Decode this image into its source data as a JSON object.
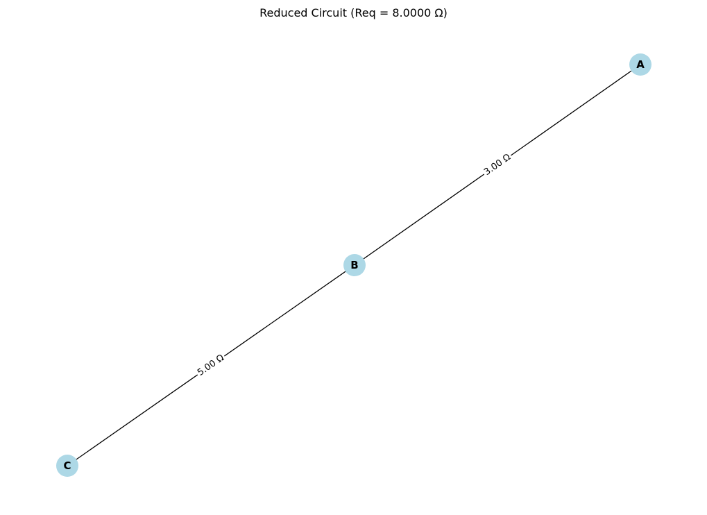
{
  "title": "Reduced Circuit (Req = 8.0000 Ω)",
  "colors": {
    "node_fill": "#add8e6",
    "edge": "#000000",
    "background": "#ffffff"
  },
  "nodes": [
    {
      "id": "A",
      "label": "A"
    },
    {
      "id": "B",
      "label": "B"
    },
    {
      "id": "C",
      "label": "C"
    }
  ],
  "edges": [
    {
      "source": "A",
      "target": "B",
      "label": "3.00 Ω"
    },
    {
      "source": "B",
      "target": "C",
      "label": "5.00 Ω"
    }
  ]
}
